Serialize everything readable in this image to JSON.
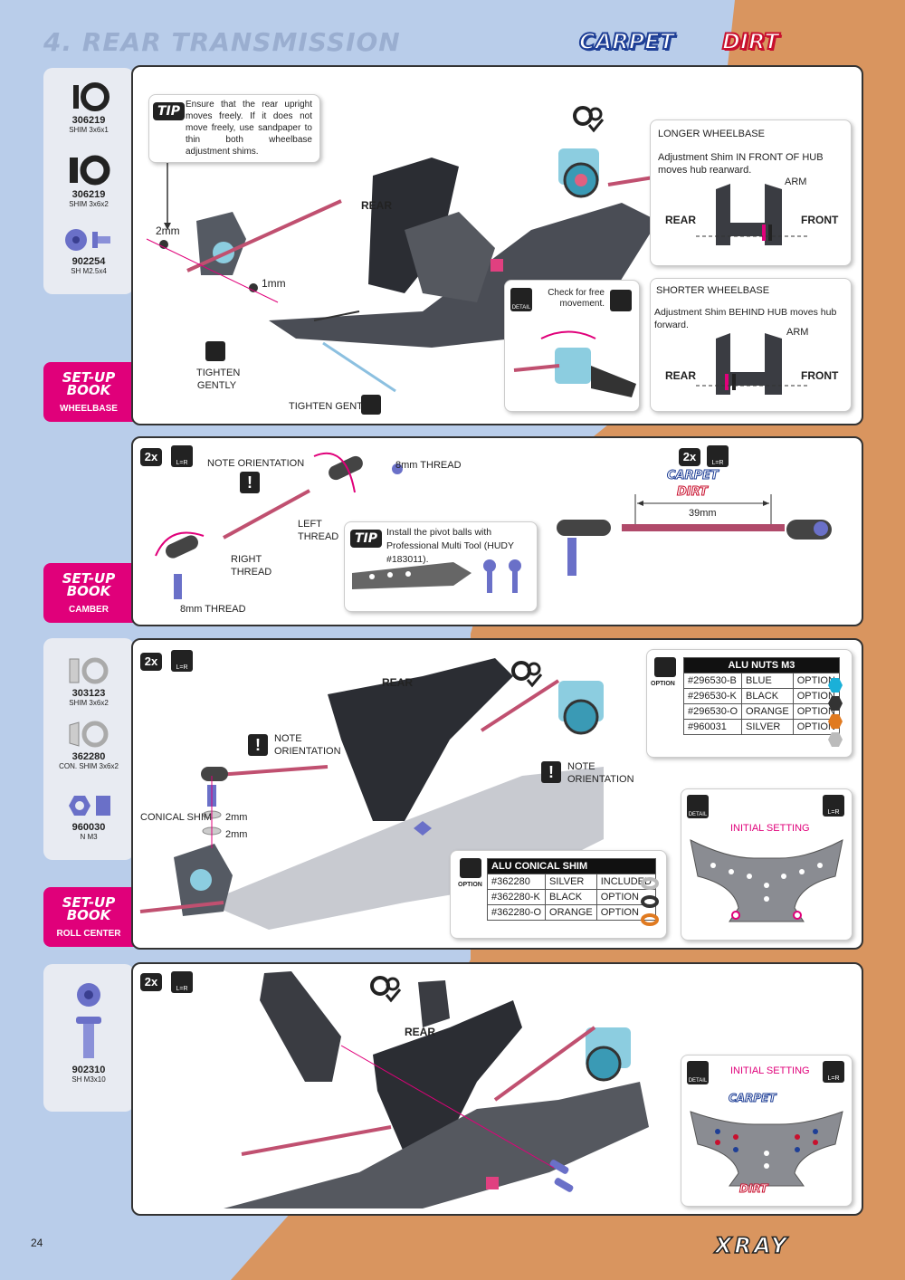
{
  "header": {
    "title": "4. REAR TRANSMISSION",
    "tag_carpet": "CARPET",
    "tag_dirt": "DIRT"
  },
  "colors": {
    "background_blue": "#b9cdea",
    "background_orange": "#d9955f",
    "accent_magenta": "#e0007a",
    "carpet_blue": "#1f3f96",
    "dirt_red": "#c8102e"
  },
  "step1": {
    "parts": [
      {
        "code": "306219",
        "desc": "SHIM 3x6x1"
      },
      {
        "code": "306219",
        "desc": "SHIM 3x6x2"
      },
      {
        "code": "902254",
        "desc": "SH M2.5x4"
      }
    ],
    "setup_book": "SET-UP BOOK",
    "setup_label": "WHEELBASE",
    "tip_label": "TIP",
    "tip_text": "Ensure that the rear upright moves freely. If it does not move freely, use sandpaper to thin both wheelbase adjustment shims.",
    "label_2mm": "2mm",
    "label_1mm": "1mm",
    "label_rear": "REAR",
    "tighten_gently_1": "TIGHTEN GENTLY",
    "tighten_gently_2": "TIGHTEN GENTLY",
    "detail_label": "DETAIL",
    "check_text": "Check for free movement.",
    "longer": {
      "title": "LONGER WHEELBASE",
      "text": "Adjustment Shim IN FRONT OF HUB moves hub rearward.",
      "arm": "ARM",
      "rear": "REAR",
      "front": "FRONT"
    },
    "shorter": {
      "title": "SHORTER WHEELBASE",
      "text": "Adjustment Shim BEHIND HUB moves hub forward.",
      "arm": "ARM",
      "rear": "REAR",
      "front": "FRONT"
    }
  },
  "step2": {
    "qty": "2x",
    "lr": "L=R",
    "setup_book": "SET-UP BOOK",
    "setup_label": "CAMBER",
    "note_orientation": "NOTE ORIENTATION",
    "thread_8mm_1": "8mm THREAD",
    "thread_8mm_2": "8mm THREAD",
    "left_thread": "LEFT THREAD",
    "right_thread": "RIGHT THREAD",
    "tip_label": "TIP",
    "tip_text": "Install the pivot balls with Professional Multi Tool (HUDY #183011).",
    "qty2": "2x",
    "carpet": "CARPET",
    "dirt": "DIRT",
    "length": "39mm"
  },
  "step3": {
    "parts": [
      {
        "code": "303123",
        "desc": "SHIM 3x6x2"
      },
      {
        "code": "362280",
        "desc": "CON. SHIM 3x6x2"
      },
      {
        "code": "960030",
        "desc": "N M3"
      }
    ],
    "qty": "2x",
    "lr": "L=R",
    "setup_book": "SET-UP BOOK",
    "setup_label": "ROLL CENTER",
    "label_rear": "REAR",
    "note_orientation_1": "NOTE ORIENTATION",
    "note_orientation_2": "NOTE ORIENTATION",
    "conical_shim": "CONICAL SHIM",
    "mm2_a": "2mm",
    "mm2_b": "2mm",
    "option_label": "OPTION",
    "alu_nuts": {
      "header": "ALU NUTS M3",
      "rows": [
        {
          "code": "#296530-B",
          "color": "BLUE",
          "status": "OPTION",
          "swatch": "#1ab0d8"
        },
        {
          "code": "#296530-K",
          "color": "BLACK",
          "status": "OPTION",
          "swatch": "#333333"
        },
        {
          "code": "#296530-O",
          "color": "ORANGE",
          "status": "OPTION",
          "swatch": "#e07a20"
        },
        {
          "code": "#960031",
          "color": "SILVER",
          "status": "OPTION",
          "swatch": "#bbbbbb"
        }
      ]
    },
    "alu_conical": {
      "header": "ALU CONICAL SHIM",
      "rows": [
        {
          "code": "#362280",
          "color": "SILVER",
          "status": "INCLUDED",
          "swatch": "#bbbbbb"
        },
        {
          "code": "#362280-K",
          "color": "BLACK",
          "status": "OPTION",
          "swatch": "#333333"
        },
        {
          "code": "#362280-O",
          "color": "ORANGE",
          "status": "OPTION",
          "swatch": "#e07a20"
        }
      ]
    },
    "detail_label": "DETAIL",
    "initial_setting": "INITIAL SETTING"
  },
  "step4": {
    "parts": [
      {
        "code": "902310",
        "desc": "SH M3x10"
      }
    ],
    "qty": "2x",
    "lr": "L=R",
    "label_rear": "REAR",
    "detail_label": "DETAIL",
    "initial_setting": "INITIAL SETTING",
    "carpet": "CARPET",
    "dirt": "DIRT"
  },
  "footer": {
    "page": "24",
    "logo": "XRAY"
  }
}
